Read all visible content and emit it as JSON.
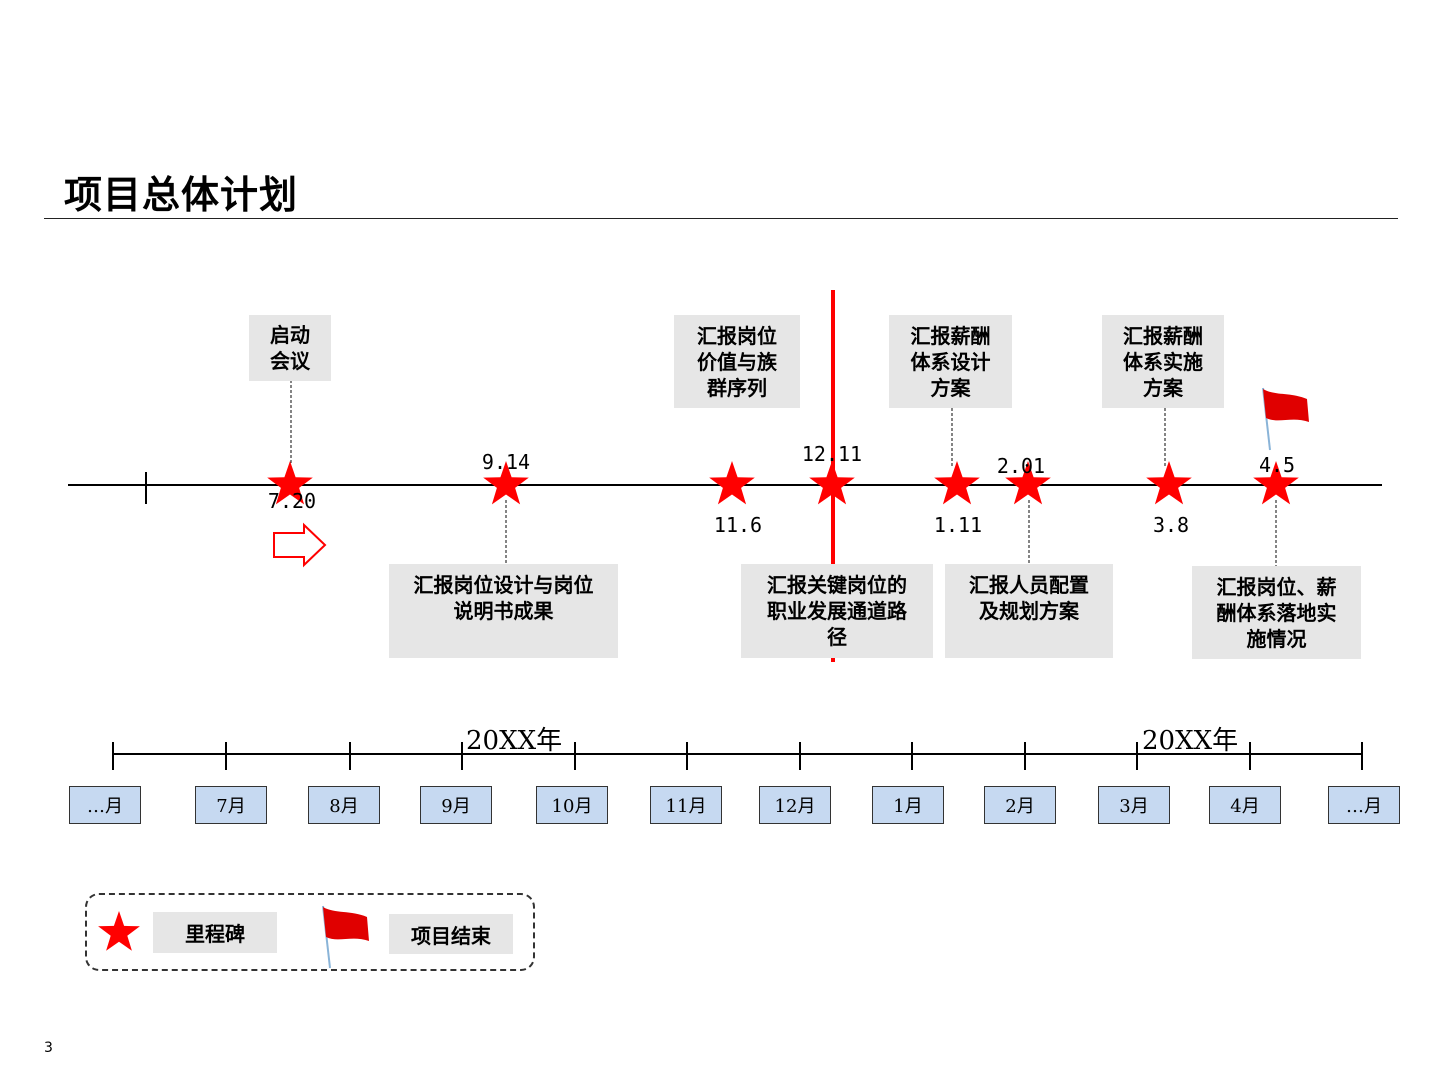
{
  "slide": {
    "title": "项目总体计划",
    "page_number": "3"
  },
  "colors": {
    "milestone_red": "#ff0000",
    "box_grey": "#e6e6e6",
    "month_blue": "#c6d9f1"
  },
  "milestones": [
    {
      "date": "7.20",
      "label": "启动\n会议"
    },
    {
      "date": "9.14",
      "label": "汇报岗位设计与岗位\n说明书成果"
    },
    {
      "date": "11.6",
      "label": "汇报岗位\n价值与族\n群序列"
    },
    {
      "date": "12.11",
      "label": "汇报关键岗位的\n职业发展通道路\n径"
    },
    {
      "date": "1.11",
      "label": "汇报薪酬\n体系设计\n方案"
    },
    {
      "date": "2.01",
      "label": "汇报人员配置\n及规划方案"
    },
    {
      "date": "3.8",
      "label": "汇报薪酬\n体系实施\n方案"
    },
    {
      "date": "4.5",
      "label": "汇报岗位、薪\n酬体系落地实\n施情况"
    }
  ],
  "years": [
    "20XX年",
    "20XX年"
  ],
  "months": [
    "…月",
    "7月",
    "8月",
    "9月",
    "10月",
    "11月",
    "12月",
    "1月",
    "2月",
    "3月",
    "4月",
    "…月"
  ],
  "legend": {
    "milestone": "里程碑",
    "end": "项目结束",
    "icons": [
      "star-icon",
      "flag-icon"
    ]
  }
}
